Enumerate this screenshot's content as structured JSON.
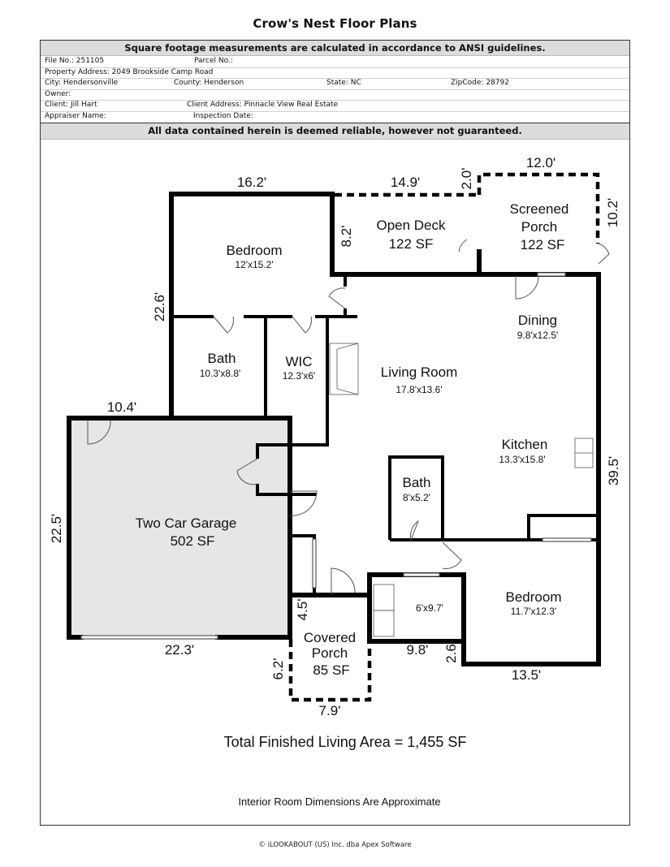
{
  "title": "Crow's Nest Floor Plans",
  "header": {
    "notice": "Square footage measurements are calculated in accordance to ANSI guidelines.",
    "file_no": "File No.: 251105",
    "parcel_no": "Parcel No.:",
    "property_address": "Property Address: 2049 Brookside Camp Road",
    "city": "City: Hendersonville",
    "county": "County: Henderson",
    "state": "State: NC",
    "zipcode": "ZipCode: 28792",
    "owner": "Owner:",
    "client": "Client: Jill Hart",
    "client_address": "Client Address: Pinnacle View Real Estate",
    "appraiser": "Appraiser Name:",
    "inspection_date": "Inspection Date:",
    "disclaimer": "All data contained herein is deemed reliable, however not guaranteed."
  },
  "rooms": {
    "bedroom1": {
      "name": "Bedroom",
      "size": "12'x15.2'"
    },
    "open_deck": {
      "name": "Open Deck",
      "size": "122 SF"
    },
    "screened_porch": {
      "name1": "Screened",
      "name2": "Porch",
      "size": "122 SF"
    },
    "dining": {
      "name": "Dining",
      "size": "9.8'x12.5'"
    },
    "bath1": {
      "name": "Bath",
      "size": "10.3'x8.8'"
    },
    "wic": {
      "name": "WIC",
      "size": "12.3'x6'"
    },
    "living": {
      "name": "Living Room",
      "size": "17.8'x13.6'"
    },
    "kitchen": {
      "name": "Kitchen",
      "size": "13.3'x15.8'"
    },
    "bath2": {
      "name": "Bath",
      "size": "8'x5.2'"
    },
    "garage": {
      "name": "Two Car Garage",
      "size": "502 SF"
    },
    "laundry": {
      "size": "6'x9.7'"
    },
    "bedroom2": {
      "name": "Bedroom",
      "size": "11.7'x12.3'"
    },
    "covered_porch": {
      "name1": "Covered",
      "name2": "Porch",
      "size": "85 SF"
    }
  },
  "dimensions": {
    "bedroom_top": "16.2'",
    "deck_top": "14.9'",
    "deck_step": "2.0'",
    "porch_top": "12.0'",
    "porch_right": "10.2'",
    "deck_left": "8.2'",
    "left_upper": "22.6'",
    "garage_top": "10.4'",
    "garage_left": "22.5'",
    "garage_bottom": "22.3'",
    "right_side": "39.5'",
    "porch_upper": "4.5'",
    "porch_left": "6.2'",
    "porch_bottom": "7.9'",
    "laundry_bottom": "9.8'",
    "step_small": "2.6",
    "bedroom_bottom": "13.5'"
  },
  "totals": {
    "living_area": "Total Finished Living Area = 1,455 SF",
    "note": "Interior Room Dimensions Are Approximate"
  },
  "footer": "© iLOOKABOUT (US) Inc. dba Apex Software",
  "colors": {
    "wall": "#000000",
    "garage_fill": "#e6e6e6",
    "band": "#dcdcdc"
  }
}
